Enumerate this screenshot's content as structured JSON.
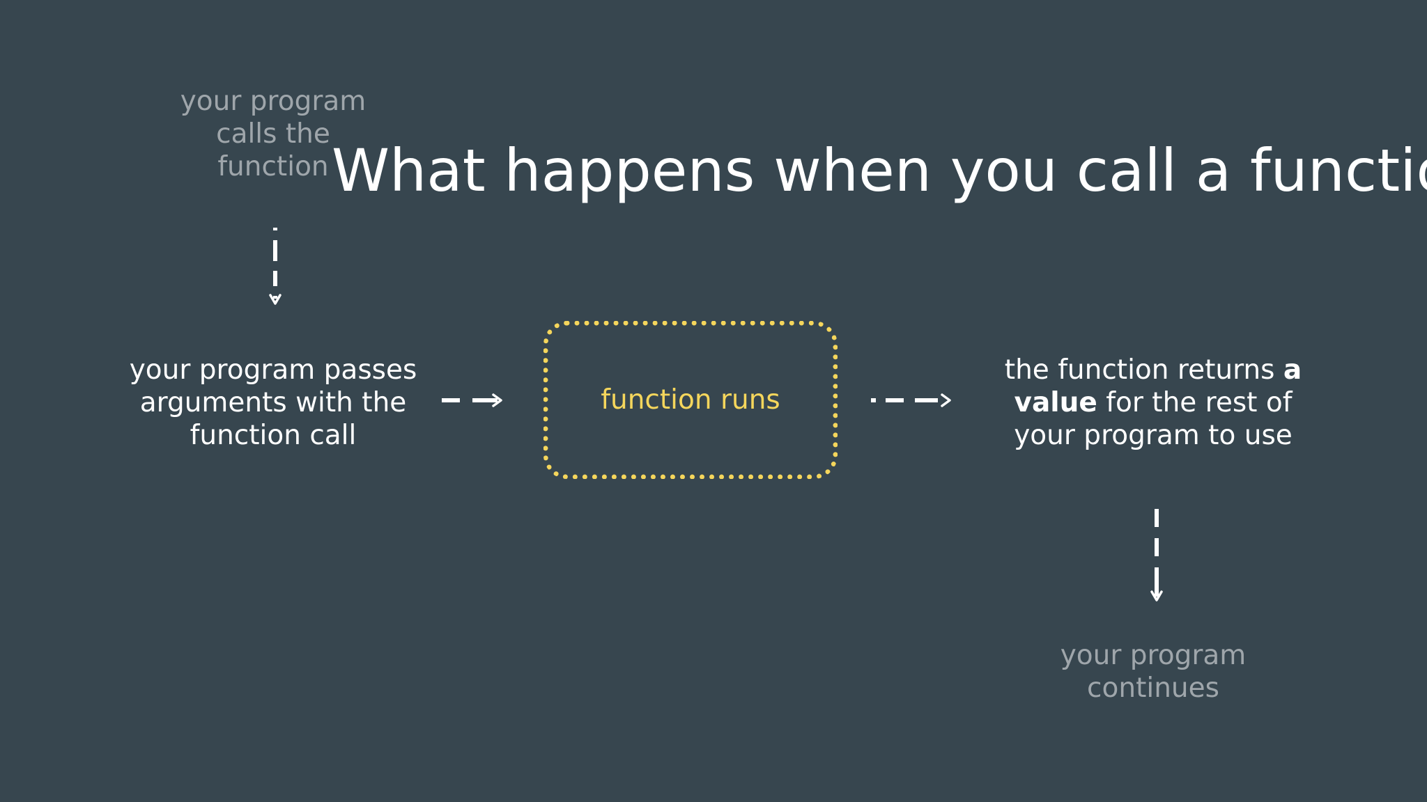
{
  "title": "What happens when you call a function",
  "steps": {
    "start": "your program calls the function",
    "pass": "your program passes arguments with the function call",
    "run": "function runs",
    "returns": {
      "before": "the function returns ",
      "bold_a": "a",
      "space": " ",
      "bold_value": "value",
      "after": " for the rest of your program to use"
    },
    "end": "your program continues"
  },
  "colors": {
    "background": "#37464f",
    "text": "#ffffff",
    "muted_text": "#9fa6ab",
    "highlight": "#f5d65c"
  },
  "icons": [
    "arrow-down-icon",
    "arrow-right-icon",
    "arrow-right-icon",
    "arrow-down-icon"
  ]
}
